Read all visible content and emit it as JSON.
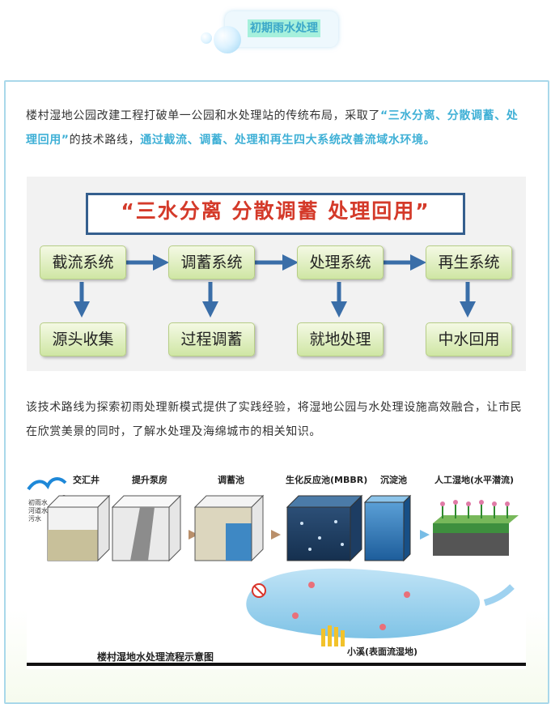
{
  "header": {
    "title": "初期雨水处理"
  },
  "para1": {
    "t1": "楼村湿地公园改建工程打破单一公园和水处理站的传统布局，采取了",
    "h1": "“三水分离、分散调蓄、处理回用”",
    "t2": "的技术路线，",
    "h2": "通过截流、调蓄、处理和再生四大系统改善流域水环境。"
  },
  "figure1": {
    "banner": "“三水分离  分散调蓄  处理回用”",
    "systems": [
      "截流系统",
      "调蓄系统",
      "处理系统",
      "再生系统"
    ],
    "outcomes": [
      "源头收集",
      "过程调蓄",
      "就地处理",
      "中水回用"
    ]
  },
  "para2": {
    "text": "该技术路线为探索初雨处理新模式提供了实践经验，将湿地公园与水处理设施高效融合，让市民在欣赏美景的同时，了解水处理及海绵城市的相关知识。"
  },
  "figure2": {
    "stages": [
      "交汇井",
      "提升泵房",
      "调蓄池",
      "生化反应池(MBBR)",
      "沉淀池",
      "人工湿地(水平潜流)"
    ],
    "inflow": [
      "初雨水",
      "河道水",
      "污水"
    ],
    "stream": "小溪(表面流湿地)",
    "caption": "楼村湿地水处理流程示意图"
  },
  "colors": {
    "accent": "#3fb0d6",
    "frame": "#a9d8ea",
    "banner_text": "#d43a2a",
    "arrow": "#3a6ea8"
  }
}
